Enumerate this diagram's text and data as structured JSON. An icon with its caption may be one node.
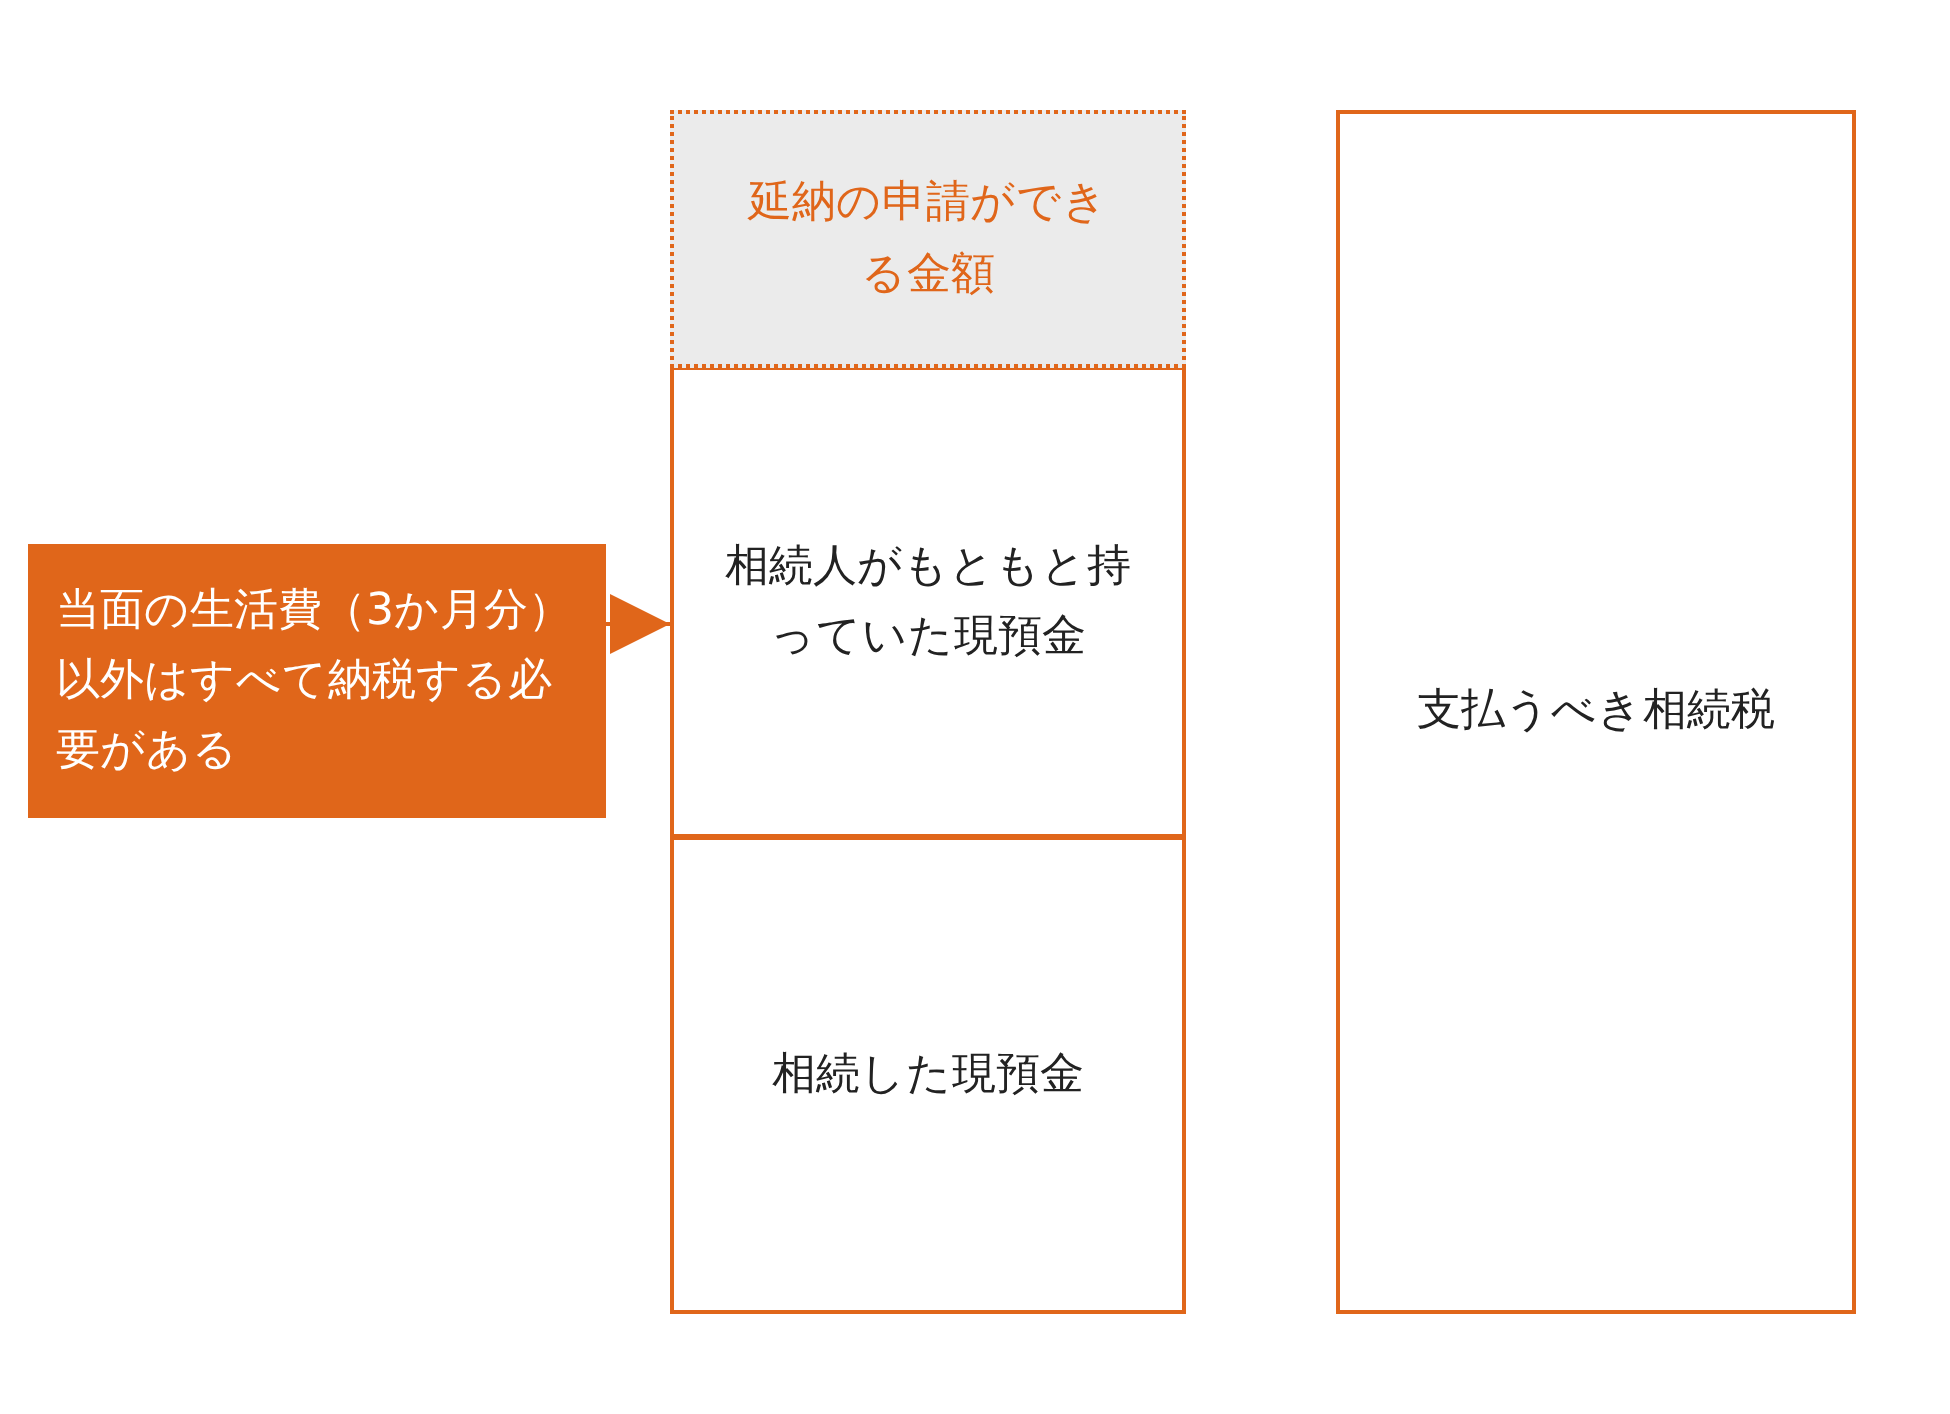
{
  "diagram": {
    "nodes": [
      {
        "text": [
          "延納の申請ができる金額"
        ]
      },
      {
        "text": [
          "相続人がもともと持っていた現預金"
        ]
      },
      {
        "text": [
          "相続した現預金"
        ]
      },
      {
        "text": [
          "支払うべき相続税"
        ]
      },
      {
        "text": [
          "当面の生活費（3か月分）以外はすべて納税する必要がある"
        ]
      }
    ],
    "edges": [
      {
        "from": 4,
        "to": 1,
        "arrow": "to"
      }
    ]
  }
}
